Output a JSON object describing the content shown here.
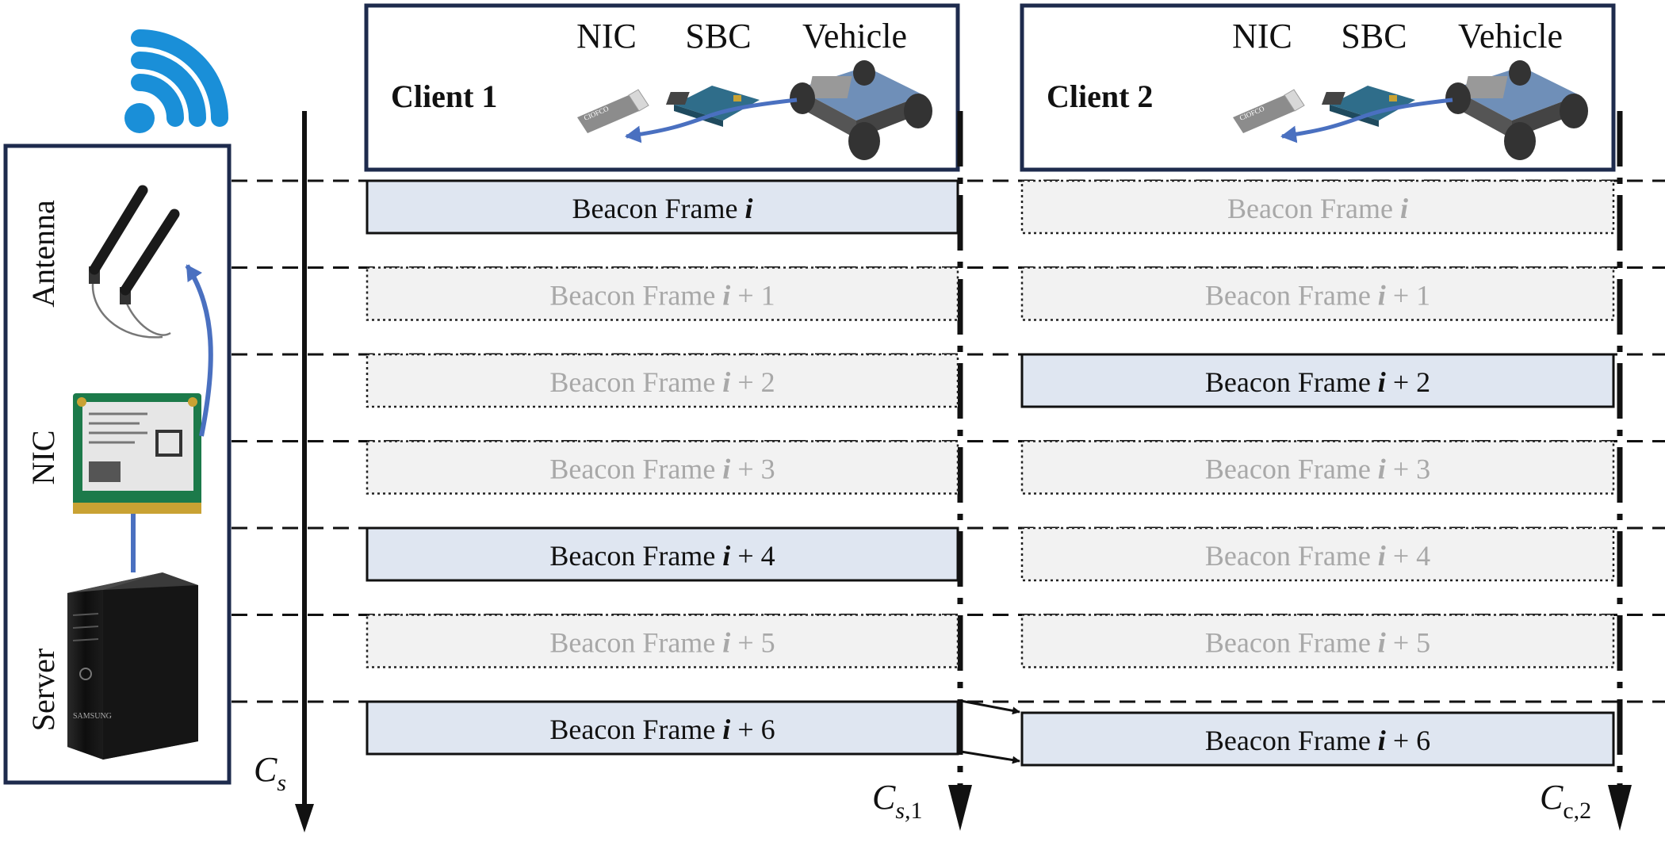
{
  "server_panel": {
    "labels": [
      "Antenna",
      "NIC",
      "Server"
    ],
    "server_brand": "SAMSUNG"
  },
  "clients": [
    {
      "title": "Client 1",
      "devices": [
        "NIC",
        "SBC",
        "Vehicle"
      ],
      "nic_brand": "CIOFCO",
      "clock_label": "C_{s,1}"
    },
    {
      "title": "Client 2",
      "devices": [
        "NIC",
        "SBC",
        "Vehicle"
      ],
      "nic_brand": "CIOFCO",
      "clock_label": "C_{c,2}"
    }
  ],
  "server_clock_label": "C_s",
  "frame_prefix": "Beacon Frame",
  "frames": [
    {
      "suffix": "",
      "client1": "received",
      "client2": "missed"
    },
    {
      "suffix": "+ 1",
      "client1": "missed",
      "client2": "missed"
    },
    {
      "suffix": "+ 2",
      "client1": "missed",
      "client2": "received"
    },
    {
      "suffix": "+ 3",
      "client1": "missed",
      "client2": "missed"
    },
    {
      "suffix": "+ 4",
      "client1": "received",
      "client2": "missed"
    },
    {
      "suffix": "+ 5",
      "client1": "missed",
      "client2": "missed"
    },
    {
      "suffix": "+ 6",
      "client1": "received",
      "client2": "received"
    }
  ],
  "colors": {
    "received_fill": "#dfe6f1",
    "missed_fill": "#f2f2f2",
    "missed_text": "#a8a8a8",
    "received_text": "#111111",
    "wifi_blue": "#1a8fd8",
    "arrow_blue": "#4a70c0",
    "panel_border": "#1e2b4d"
  }
}
